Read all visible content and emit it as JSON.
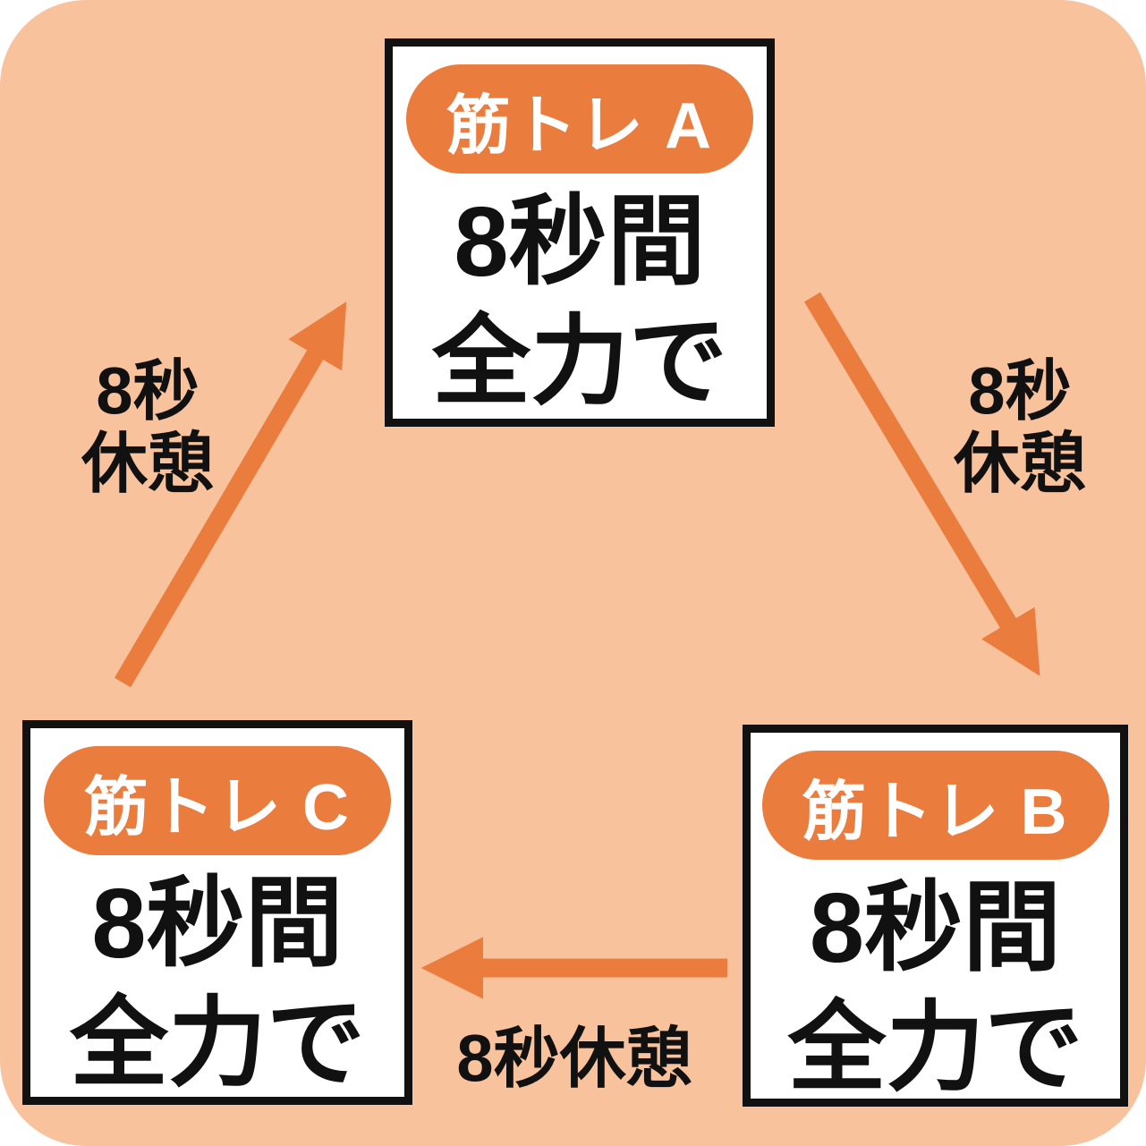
{
  "diagram": {
    "nodes": [
      {
        "id": "A",
        "badge": "筋トレ A",
        "line1": "8秒間",
        "line2": "全力で"
      },
      {
        "id": "B",
        "badge": "筋トレ B",
        "line1": "8秒間",
        "line2": "全力で"
      },
      {
        "id": "C",
        "badge": "筋トレ C",
        "line1": "8秒間",
        "line2": "全力で"
      }
    ],
    "edges": [
      {
        "from": "A",
        "to": "B",
        "label_line1": "8秒",
        "label_line2": "休憩"
      },
      {
        "from": "B",
        "to": "C",
        "label": "8秒休憩"
      },
      {
        "from": "C",
        "to": "A",
        "label_line1": "8秒",
        "label_line2": "休憩"
      }
    ]
  },
  "colors": {
    "bg": "#F8C29D",
    "accent": "#EA7C3E",
    "box_border": "#111111",
    "box_bg": "#FFFFFF",
    "text": "#111111",
    "pill_text": "#FFFFFF"
  }
}
